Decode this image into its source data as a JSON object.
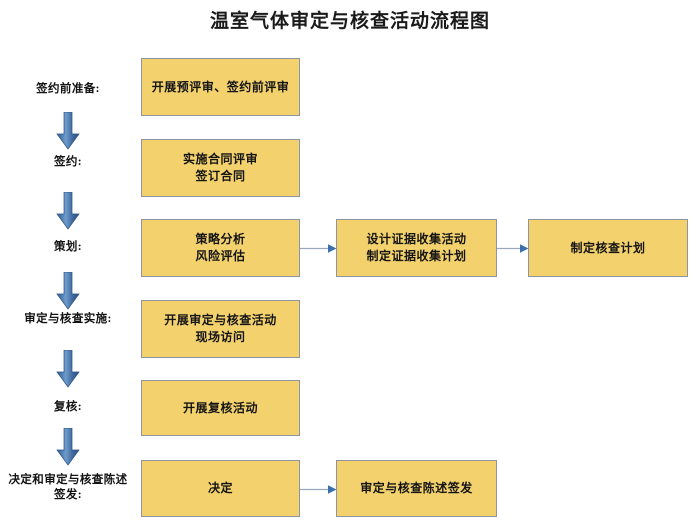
{
  "title": "温室气体审定与核查活动流程图",
  "colors": {
    "box_fill": "#F3D26E",
    "box_border": "#8F94A3",
    "arrow_blue": "#4272AB",
    "connector_line": "#9BA7BF",
    "text": "#141414",
    "background": "#FFFFFF"
  },
  "stages": [
    {
      "id": "pre-contract-preparation",
      "label": "签约前准备:"
    },
    {
      "id": "contracting",
      "label": "签约:"
    },
    {
      "id": "planning",
      "label": "策划:"
    },
    {
      "id": "validation-verification-implementation",
      "label": "审定与核查实施:"
    },
    {
      "id": "review",
      "label": "复核:"
    },
    {
      "id": "decision-and-statement-issuance",
      "label": "决定和审定与核查陈述\n签发:"
    }
  ],
  "boxes": {
    "pre_review": "开展预评审、签约前评审",
    "contract_review": "实施合同评审\n签订合同",
    "strategy_risk": "策略分析\n风险评估",
    "evidence_design": "设计证据收集活动\n制定证据收集计划",
    "verification_plan": "制定核查计划",
    "onsite_activity": "开展审定与核查活动\n现场访问",
    "review_activity": "开展复核活动",
    "decision": "决定",
    "statement_issuance": "审定与核查陈述签发"
  },
  "icons": {
    "down_arrow": "arrow-down-icon",
    "right_arrow": "arrow-right-icon"
  }
}
